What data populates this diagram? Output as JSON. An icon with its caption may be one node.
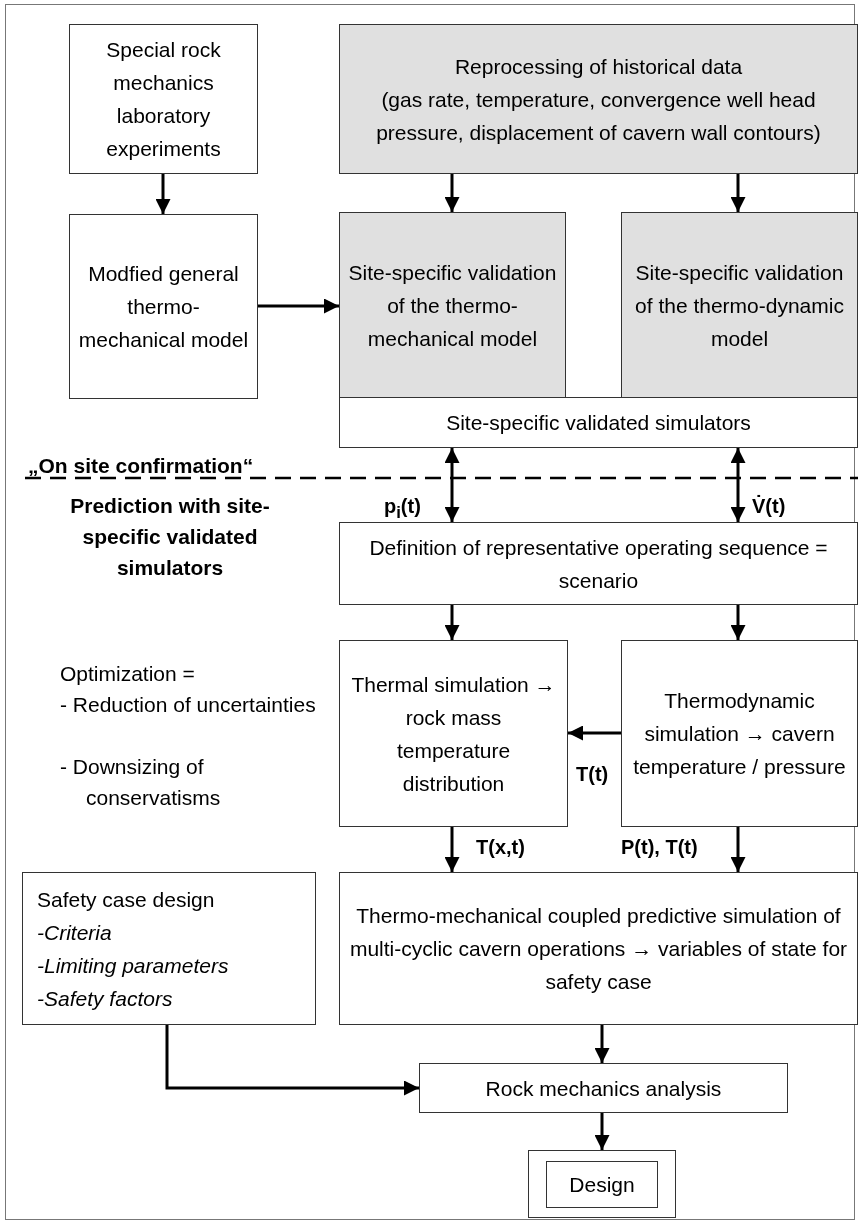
{
  "diagram": {
    "nodes": [
      {
        "text": [
          "Special rock mechanics laboratory experiments"
        ]
      },
      {
        "text": [
          "Reprocessing of historical data",
          "(gas rate, temperature, convergence well head pressure, displacement of cavern wall contours)"
        ]
      },
      {
        "text": [
          "Modfied general thermo-mechanical model"
        ]
      },
      {
        "text": [
          "Site-specific validation of the thermo-mechanical model"
        ]
      },
      {
        "text": [
          "Site-specific validation of the thermo-dynamic model"
        ]
      },
      {
        "text": [
          "Site-specific validated simulators"
        ]
      },
      {
        "text": [
          "Definition of representative operating sequence = scenario"
        ]
      },
      {
        "text": [
          "Thermal simulation → rock mass temperature distribution"
        ]
      },
      {
        "text": [
          "Thermodynamic simulation → cavern temperature / pressure"
        ]
      },
      {
        "text": [
          "Safety case design",
          "-Criteria",
          "-Limiting parameters",
          "-Safety factors"
        ]
      },
      {
        "text": [
          "Thermo-mechanical coupled predictive simulation of multi-cyclic cavern operations → variables of state for safety case"
        ]
      },
      {
        "text": [
          "Rock mechanics analysis"
        ]
      },
      {
        "text": [
          "Design"
        ]
      }
    ],
    "edges": [
      {
        "from": 0,
        "to": 2,
        "arrow": "to"
      },
      {
        "from": 1,
        "to": 3,
        "arrow": "to"
      },
      {
        "from": 1,
        "to": 4,
        "arrow": "to"
      },
      {
        "from": 2,
        "to": 3,
        "arrow": "to"
      },
      {
        "from": 5,
        "to": 6,
        "arrow": "both",
        "label": "p$_{i}$(t)"
      },
      {
        "from": 5,
        "to": 6,
        "arrow": "both",
        "label": "V̇(t)"
      },
      {
        "from": 6,
        "to": 7,
        "arrow": "to"
      },
      {
        "from": 6,
        "to": 8,
        "arrow": "to"
      },
      {
        "from": 8,
        "to": 7,
        "arrow": "to",
        "label": "T(t)"
      },
      {
        "from": 7,
        "to": 10,
        "arrow": "to",
        "label": "T(x,t)"
      },
      {
        "from": 8,
        "to": 10,
        "arrow": "to",
        "label": "P(t), T(t)"
      },
      {
        "from": 10,
        "to": 11,
        "arrow": "to"
      },
      {
        "from": 9,
        "to": 11,
        "arrow": "to"
      },
      {
        "from": 11,
        "to": 12,
        "arrow": "to"
      }
    ],
    "labels": [
      "„On site confirmation“",
      "Prediction with site-specific validated simulators",
      "Optimization =",
      "- Reduction of uncertainties",
      "- Downsizing of conservatisms"
    ]
  }
}
